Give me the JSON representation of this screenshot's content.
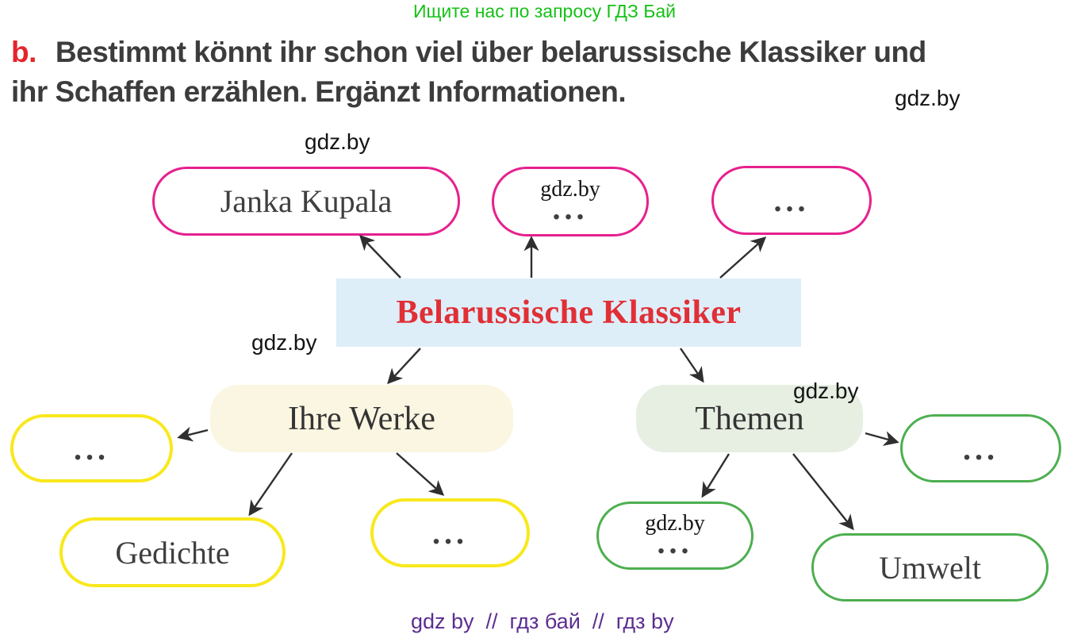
{
  "page": {
    "top_banner": "Ищите нас по запросу ГДЗ Бай",
    "heading": {
      "bullet": "b.",
      "line1": "Bestimmt könnt ihr schon viel über belarussische Klassiker und",
      "line2": "ihr Schaffen erzählen. Ergänzt Informationen."
    },
    "footer": "gdz by  //  гдз бай  //  гдз by"
  },
  "watermark": "gdz.by",
  "diagram": {
    "center": {
      "label": "Belarussische Klassiker"
    },
    "nodes": {
      "janka": {
        "label": "Janka Kupala"
      },
      "pink2": {
        "label": "..."
      },
      "pink3": {
        "label": "..."
      },
      "ihre_werke": {
        "label": "Ihre Werke"
      },
      "themen": {
        "label": "Themen"
      },
      "y_dots1": {
        "label": "..."
      },
      "gedichte": {
        "label": "Gedichte"
      },
      "y_dots2": {
        "label": "..."
      },
      "g_dots1": {
        "label": "..."
      },
      "g_dots2": {
        "label": "..."
      },
      "umwelt": {
        "label": "Umwelt"
      }
    }
  },
  "colors": {
    "pink_border": "#e6208e",
    "yellow_border": "#f9e81c",
    "green_border": "#4daf50",
    "center_bg": "#ddeef9",
    "center_text": "#e02f35",
    "ihre_werke_bg": "#faf6e1",
    "themen_bg": "#e7efe3",
    "banner_green": "#16c116",
    "footer_purple": "#5c2d91",
    "heading_red": "#e5252a",
    "arrow": "#2f2f2f"
  }
}
